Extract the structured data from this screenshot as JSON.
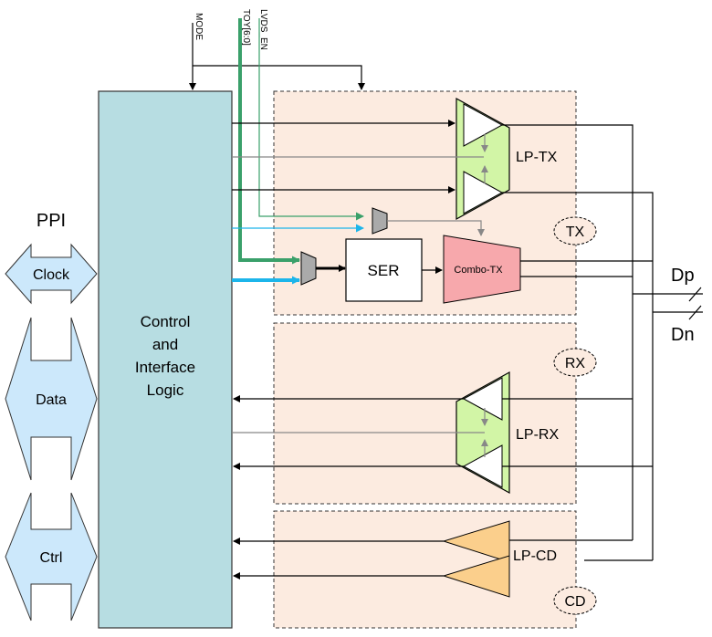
{
  "signals": {
    "mode": "MODE",
    "toy": "TOY[6:0]",
    "lvds_en": "LVDS_EN"
  },
  "ppi": {
    "title": "PPI",
    "clock": "Clock",
    "data": "Data",
    "ctrl": "Ctrl"
  },
  "control": {
    "line1": "Control",
    "line2": "and",
    "line3": "Interface",
    "line4": "Logic"
  },
  "blocks": {
    "lp_tx": "LP-TX",
    "tx": "TX",
    "ser": "SER",
    "combo_tx": "Combo-TX",
    "rx": "RX",
    "lp_rx": "LP-RX",
    "lp_cd": "LP-CD",
    "cd": "CD"
  },
  "pins": {
    "dp": "Dp",
    "dn": "Dn"
  },
  "colors": {
    "control_fill": "#b7dde2",
    "region_fill": "#fcebe0",
    "ppi_fill": "#cce8fb",
    "lp_fill": "#d2f5a6",
    "combo_fill": "#f7a8ac",
    "cd_fill": "#fbcf8c",
    "green_bus": "#3aa06a",
    "cyan_bus": "#1cb5ea"
  }
}
